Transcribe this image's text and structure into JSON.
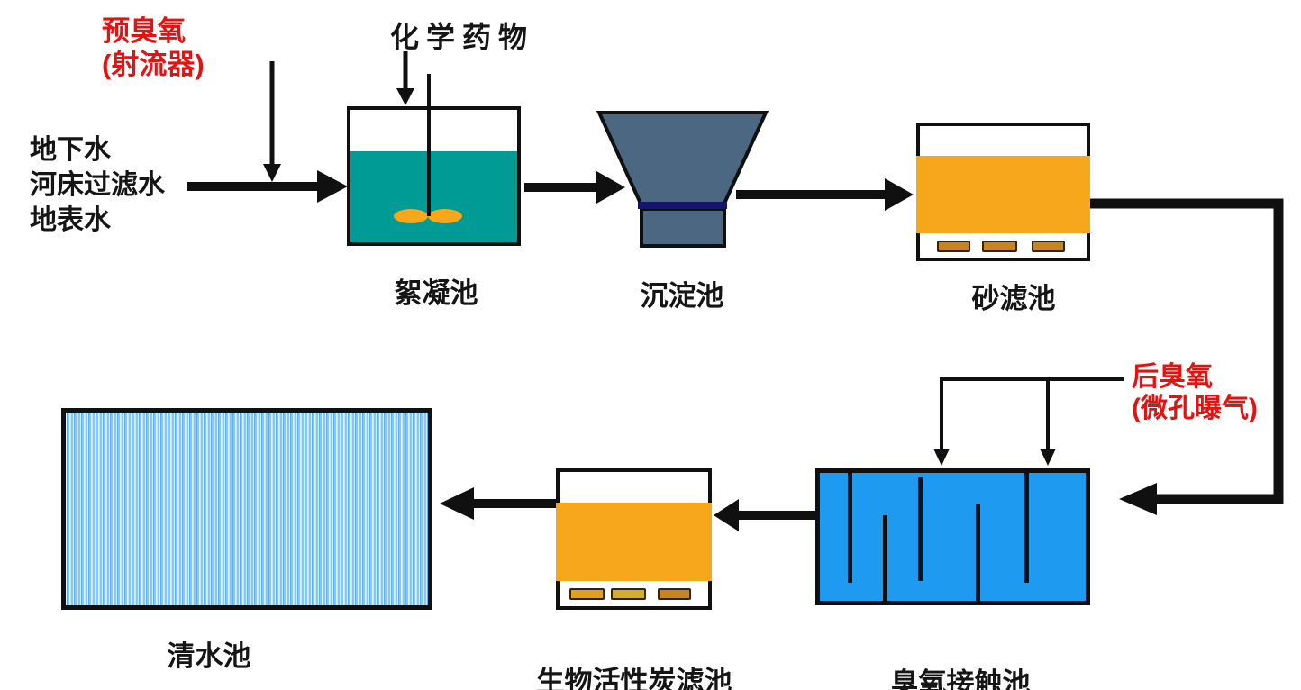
{
  "diagram": {
    "annotations": {
      "pre_ozone_line1": "预臭氧",
      "pre_ozone_line2": "(射流器)",
      "chemical": "化学药物",
      "post_ozone_line1": "后臭氧",
      "post_ozone_line2": "(微孔曝气)"
    },
    "source_lines": [
      "地下水",
      "河床过滤水",
      "地表水"
    ],
    "tank_labels": {
      "flocculation": "絮凝池",
      "sedimentation": "沉淀池",
      "sand_filter": "砂滤池",
      "ozone_contact": "臭氧接触池",
      "bac_filter": "生物活性炭滤池",
      "clear_water": "清水池"
    },
    "colors": {
      "annotation_red": "#e11414",
      "line_black": "#101010",
      "flocculation_water_teal": "#009b95",
      "sedimentation_slate": "#4c6782",
      "sedimentation_band_navy": "#15156b",
      "filter_media_orange": "#f6a71b",
      "nozzle_brown": "#c8841e",
      "ozone_blue": "#1e9bf0",
      "clear_water_light_blue": "#7cbeef"
    }
  }
}
